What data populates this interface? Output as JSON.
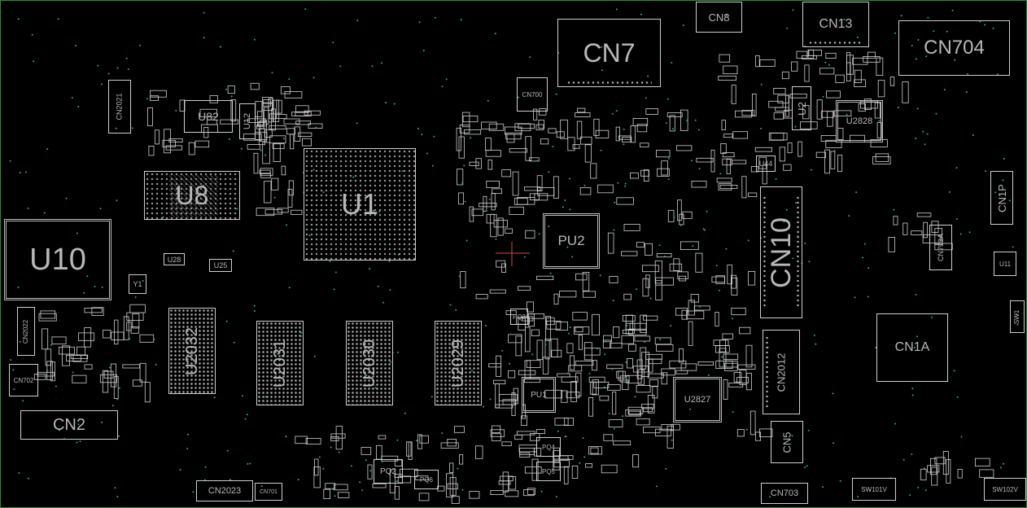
{
  "board": {
    "outline_color": "#2f8a2f",
    "background": "#000000",
    "silk_color": "#cfcfcf",
    "via_color": "#2aa7a0"
  },
  "components": {
    "cn7": "CN7",
    "cn8": "CN8",
    "cn13": "CN13",
    "cn704": "CN704",
    "cn700": "CN700",
    "cn2021": "CN2021",
    "u82": "U82",
    "u12": "U12",
    "u1": "U1",
    "u8": "U8",
    "u10": "U10",
    "u28": "U28",
    "u25": "U25",
    "y1": "Y1",
    "pu2": "PU2",
    "u2": "U2",
    "u2828": "U2828",
    "u44": "U44",
    "cn10": "CN10",
    "cn1p": "CN1P",
    "cn703a": "CN703A",
    "u11": "U11",
    "sw1": "SW1",
    "cn1a": "CN1A",
    "cn2012": "CN2012",
    "u2827": "U2827",
    "cn5": "CN5",
    "cn703": "CN703",
    "sw101v": "SW101V",
    "sw102v": "SW102V",
    "pu1": "PU1",
    "pq3": "PQ3",
    "pq2": "PQ2",
    "pq5": "PQ5",
    "pq4": "PQ4",
    "pq6": "PQ6",
    "u2032": "U2032",
    "u2031": "U2031",
    "u2030": "U2030",
    "u2029": "U2029",
    "cn2022": "CN2022",
    "cn702": "CN702",
    "cn2": "CN2",
    "cn2023": "CN2023",
    "cn701": "CN701"
  }
}
